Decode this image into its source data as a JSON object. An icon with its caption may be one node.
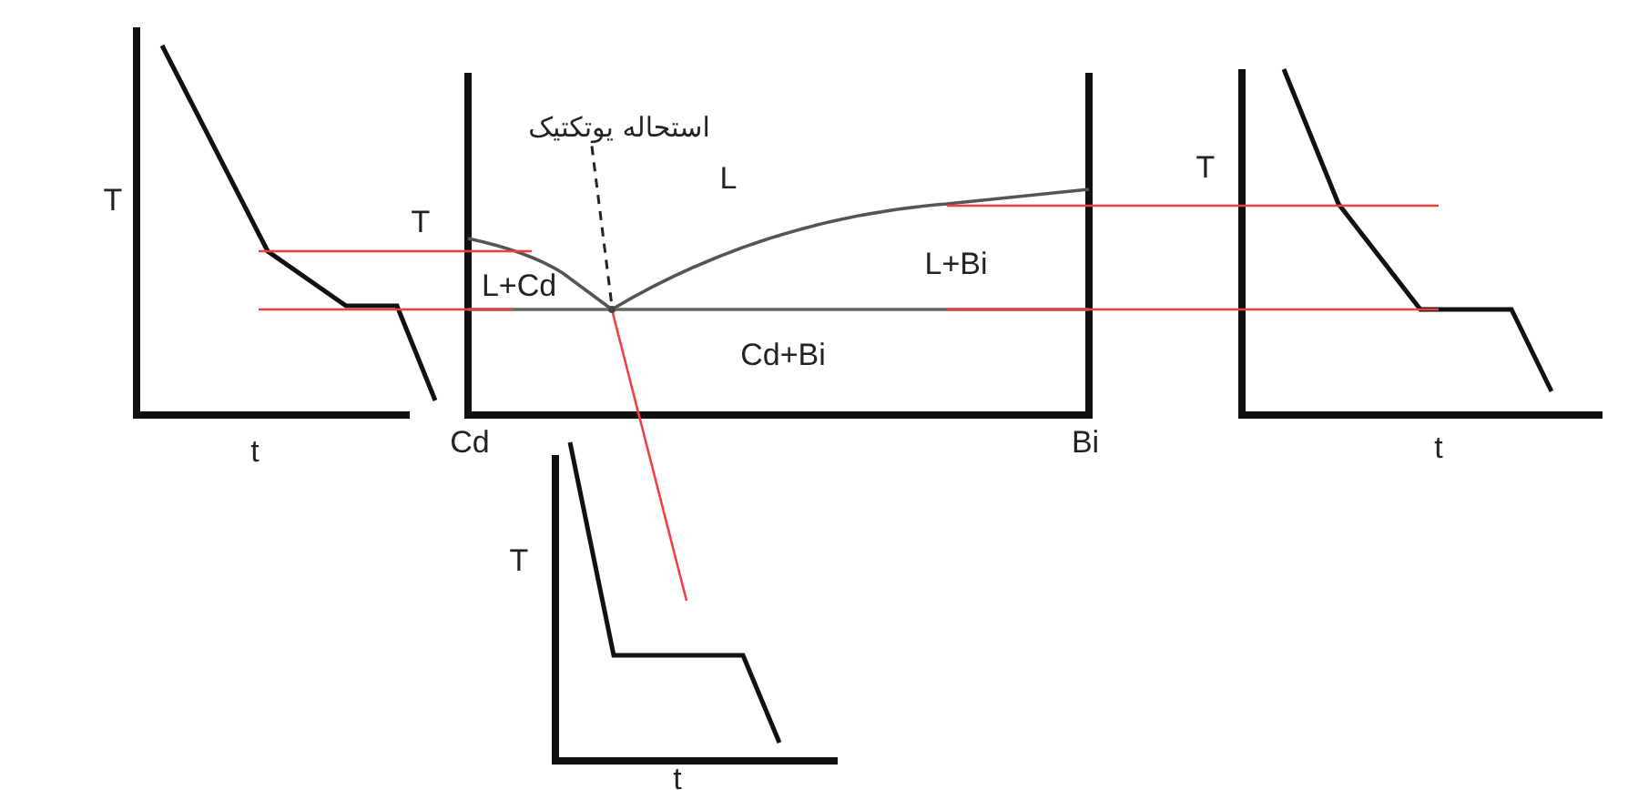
{
  "diagram": {
    "nodes": [
      {
        "text": [
          "استحاله یوتکتیک"
        ]
      },
      {
        "text": [],
        "shape": "point"
      }
    ],
    "edges": [
      {
        "from": 0,
        "to": 1,
        "arrow": "none",
        "style": "dashed"
      }
    ],
    "labels": [
      "T",
      "T",
      "L",
      "L+Cd",
      "L+Bi",
      "Cd+Bi",
      "t",
      "Cd",
      "Bi",
      "T",
      "t",
      "T",
      "t"
    ]
  }
}
